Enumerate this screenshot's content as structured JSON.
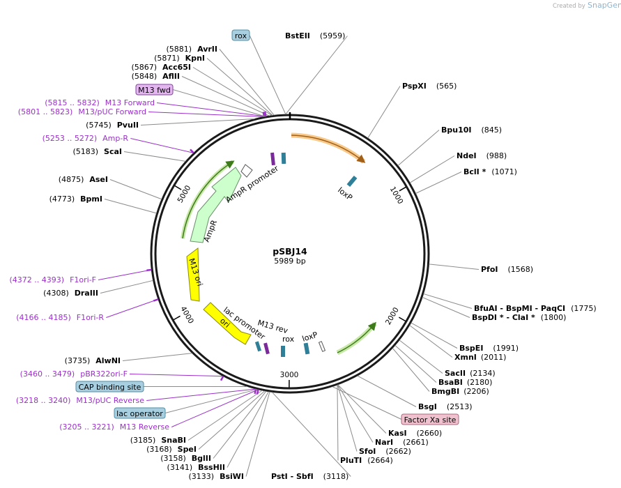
{
  "watermark": {
    "created_by": "Created by",
    "brand": "SnapGene"
  },
  "plasmid": {
    "name": "pSBJ14",
    "length": "5989 bp"
  },
  "ticks": [
    {
      "pos": 0,
      "label": ""
    },
    {
      "pos": 1000,
      "label": "1000"
    },
    {
      "pos": 2000,
      "label": "2000"
    },
    {
      "pos": 3000,
      "label": "3000"
    },
    {
      "pos": 4000,
      "label": "4000"
    },
    {
      "pos": 5000,
      "label": "5000"
    }
  ],
  "sites": [
    {
      "id": "site-bsteii",
      "pos": 5959,
      "name": "BstEII",
      "loc": "(5959)"
    },
    {
      "id": "site-pspxi",
      "pos": 565,
      "name": "PspXI",
      "loc": "(565)"
    },
    {
      "id": "site-bpu10i",
      "pos": 845,
      "name": "Bpu10I",
      "loc": "(845)"
    },
    {
      "id": "site-ndei",
      "pos": 988,
      "name": "NdeI",
      "loc": "(988)"
    },
    {
      "id": "site-bcli",
      "pos": 1071,
      "name": "BclI *",
      "loc": "(1071)"
    },
    {
      "id": "site-pfoi",
      "pos": 1568,
      "name": "PfoI",
      "loc": "(1568)"
    },
    {
      "id": "site-bfuai",
      "pos": 1775,
      "name": "BfuAI - BspMI - PaqCI",
      "loc": "(1775)"
    },
    {
      "id": "site-bspdi",
      "pos": 1800,
      "name": "BspDI * - ClaI *",
      "loc": "(1800)"
    },
    {
      "id": "site-bspei",
      "pos": 1991,
      "name": "BspEI",
      "loc": "(1991)"
    },
    {
      "id": "site-xmni",
      "pos": 2011,
      "name": "XmnI",
      "loc": "(2011)"
    },
    {
      "id": "site-sacii",
      "pos": 2134,
      "name": "SacII",
      "loc": "(2134)"
    },
    {
      "id": "site-bsabi",
      "pos": 2180,
      "name": "BsaBI",
      "loc": "(2180)"
    },
    {
      "id": "site-bmgbi",
      "pos": 2206,
      "name": "BmgBI",
      "loc": "(2206)"
    },
    {
      "id": "site-bsgi",
      "pos": 2513,
      "name": "BsgI",
      "loc": "(2513)"
    },
    {
      "id": "site-kasi",
      "pos": 2660,
      "name": "KasI",
      "loc": "(2660)"
    },
    {
      "id": "site-nari",
      "pos": 2661,
      "name": "NarI",
      "loc": "(2661)"
    },
    {
      "id": "site-sfoi",
      "pos": 2662,
      "name": "SfoI",
      "loc": "(2662)"
    },
    {
      "id": "site-pluti",
      "pos": 2664,
      "name": "PluTI",
      "loc": "(2664)"
    },
    {
      "id": "site-psti",
      "pos": 3118,
      "name": "PstI - SbfI",
      "loc": "(3118)"
    },
    {
      "id": "site-bsiwi",
      "pos": 3133,
      "name": "BsiWI",
      "loc": "(3133)"
    },
    {
      "id": "site-bsshii",
      "pos": 3141,
      "name": "BssHII",
      "loc": "(3141)"
    },
    {
      "id": "site-bglii",
      "pos": 3158,
      "name": "BglII",
      "loc": "(3158)"
    },
    {
      "id": "site-spei",
      "pos": 3168,
      "name": "SpeI",
      "loc": "(3168)"
    },
    {
      "id": "site-snabi",
      "pos": 3185,
      "name": "SnaBI",
      "loc": "(3185)"
    },
    {
      "id": "site-alwni",
      "pos": 3735,
      "name": "AlwNI",
      "loc": "(3735)"
    },
    {
      "id": "site-draiii",
      "pos": 4308,
      "name": "DraIII",
      "loc": "(4308)"
    },
    {
      "id": "site-bpmi",
      "pos": 4773,
      "name": "BpmI",
      "loc": "(4773)"
    },
    {
      "id": "site-asei",
      "pos": 4875,
      "name": "AseI",
      "loc": "(4875)"
    },
    {
      "id": "site-scai",
      "pos": 5183,
      "name": "ScaI",
      "loc": "(5183)"
    },
    {
      "id": "site-pvuii",
      "pos": 5745,
      "name": "PvuII",
      "loc": "(5745)"
    },
    {
      "id": "site-aflii",
      "pos": 5848,
      "name": "AflII",
      "loc": "(5848)"
    },
    {
      "id": "site-acc65i",
      "pos": 5867,
      "name": "Acc65I",
      "loc": "(5867)"
    },
    {
      "id": "site-kpni",
      "pos": 5871,
      "name": "KpnI",
      "loc": "(5871)"
    },
    {
      "id": "site-avrii",
      "pos": 5881,
      "name": "AvrII",
      "loc": "(5881)"
    }
  ],
  "primers": [
    {
      "id": "primer-m13-forward",
      "pos": 5823,
      "range": "(5815 .. 5832)",
      "name": "M13 Forward"
    },
    {
      "id": "primer-m13-puc-forward",
      "pos": 5812,
      "range": "(5801 .. 5823)",
      "name": "M13/pUC Forward"
    },
    {
      "id": "primer-amp-r",
      "pos": 5262,
      "range": "(5253 .. 5272)",
      "name": "Amp-R"
    },
    {
      "id": "primer-f1ori-f",
      "pos": 4382,
      "range": "(4372 .. 4393)",
      "name": "F1ori-F"
    },
    {
      "id": "primer-f1ori-r",
      "pos": 4175,
      "range": "(4166 .. 4185)",
      "name": "F1ori-R"
    },
    {
      "id": "primer-pbr322ori-f",
      "pos": 3470,
      "range": "(3460 .. 3479)",
      "name": "pBR322ori-F"
    },
    {
      "id": "primer-m13-puc-reverse",
      "pos": 3229,
      "range": "(3218 .. 3240)",
      "name": "M13/pUC Reverse"
    },
    {
      "id": "primer-m13-reverse",
      "pos": 3213,
      "range": "(3205 .. 3221)",
      "name": "M13 Reverse"
    }
  ],
  "feature_boxes": [
    {
      "id": "feature-rox-top",
      "name": "rox",
      "fill": "#a7cfe0",
      "stroke": "#4f8fa8"
    },
    {
      "id": "feature-m13-fwd",
      "name": "M13 fwd",
      "fill": "#e3b6f0",
      "stroke": "#8a3fa8"
    },
    {
      "id": "feature-cap-binding-site",
      "name": "CAP binding site",
      "fill": "#a7cfe0",
      "stroke": "#4f8fa8"
    },
    {
      "id": "feature-lac-operator",
      "name": "lac operator",
      "fill": "#a7cfe0",
      "stroke": "#4f8fa8"
    },
    {
      "id": "feature-factor-xa-site",
      "name": "Factor Xa site",
      "fill": "#f0c2cf",
      "stroke": "#a8697e"
    }
  ],
  "inner_labels": {
    "loxp_top": "loxP",
    "ampr_promoter": "AmpR promoter",
    "ampr": "AmpR",
    "m13_ori": "M13 ori",
    "ori": "ori",
    "lac_promoter": "lac promoter",
    "m13_rev": "M13 rev",
    "rox": "rox",
    "loxp_bottom": "loxP"
  },
  "colors": {
    "primer": "#9b30c9",
    "ori_yellow": "#ffff00",
    "ampr_green": "#ccffcc",
    "orf_green": "#7cbf3a",
    "orange_orf": "#f0a030",
    "teal": "#2f7f99"
  }
}
